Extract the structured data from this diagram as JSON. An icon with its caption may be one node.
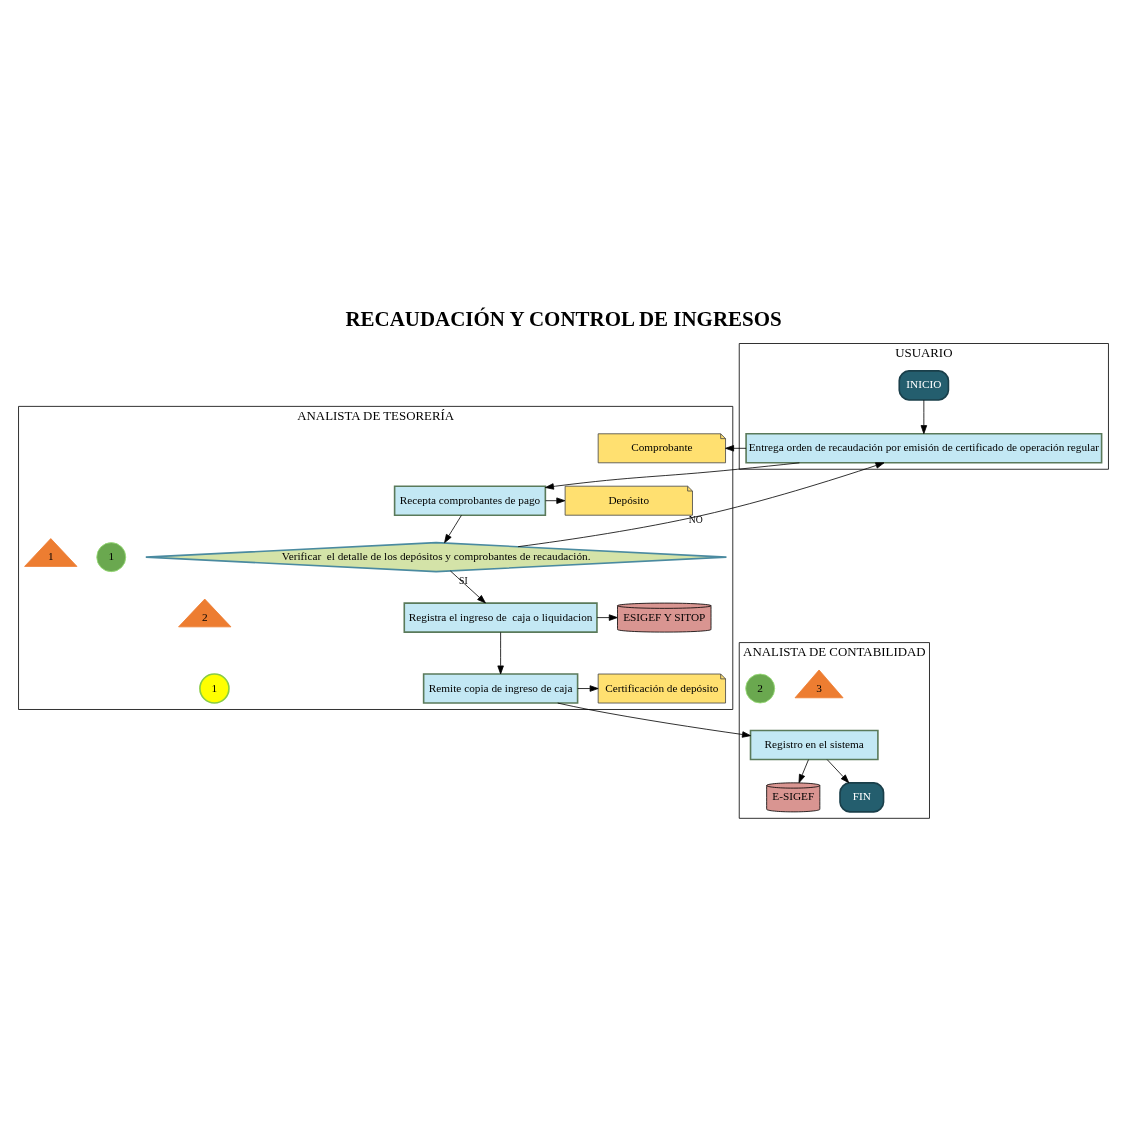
{
  "diagram": {
    "title": "RECAUDACIÓN Y CONTROL DE INGRESOS",
    "nodes": [
      {
        "text": [
          "USUARIO"
        ]
      },
      {
        "text": [
          "ANALISTA DE TESORERÍA"
        ]
      },
      {
        "text": [
          "ANALISTA DE CONTABILIDAD"
        ]
      },
      {
        "text": [
          "INICIO"
        ],
        "in": 0
      },
      {
        "text": [
          "Entrega orden de recaudación por emisión de certificado de operación regular"
        ],
        "in": 0
      },
      {
        "text": [
          "Comprobante"
        ],
        "in": 1
      },
      {
        "text": [
          "Recepta comprobantes de pago"
        ],
        "in": 1
      },
      {
        "text": [
          "Depósito"
        ],
        "in": 1
      },
      {
        "text": [
          "Verificar  el detalle de los depósitos y comprobantes de recaudación."
        ],
        "in": 1
      },
      {
        "text": [
          "1"
        ],
        "in": 1
      },
      {
        "text": [
          "1"
        ],
        "in": 1
      },
      {
        "text": [
          "2"
        ],
        "in": 1
      },
      {
        "text": [
          "Registra el ingreso de  caja o liquidacion"
        ],
        "in": 1
      },
      {
        "text": [
          "ESIGEF Y SITOP"
        ],
        "in": 1
      },
      {
        "text": [
          "1"
        ],
        "in": 1
      },
      {
        "text": [
          "Remite copia de ingreso de caja"
        ],
        "in": 1
      },
      {
        "text": [
          "Certificación de depósito"
        ],
        "in": 1
      },
      {
        "text": [
          "3"
        ],
        "in": 2
      },
      {
        "text": [
          "2"
        ],
        "in": 2
      },
      {
        "text": [
          "Registro en el sistema"
        ],
        "in": 2
      },
      {
        "text": [
          "E-SIGEF"
        ],
        "in": 2
      },
      {
        "text": [
          "FIN"
        ],
        "in": 2
      }
    ],
    "edges": [
      {
        "from": 3,
        "to": 4,
        "arrow": "to"
      },
      {
        "from": 4,
        "to": 5,
        "arrow": "to"
      },
      {
        "from": 4,
        "to": 6,
        "arrow": "to"
      },
      {
        "from": 6,
        "to": 7,
        "arrow": "to"
      },
      {
        "from": 6,
        "to": 8,
        "arrow": "to"
      },
      {
        "from": 8,
        "to": 4,
        "arrow": "to",
        "label": "NO"
      },
      {
        "from": 8,
        "to": 12,
        "arrow": "to",
        "label": "SI"
      },
      {
        "from": 12,
        "to": 13,
        "arrow": "to"
      },
      {
        "from": 12,
        "to": 15,
        "arrow": "to"
      },
      {
        "from": 15,
        "to": 16,
        "arrow": "to"
      },
      {
        "from": 15,
        "to": 19,
        "arrow": "to"
      },
      {
        "from": 19,
        "to": 20,
        "arrow": "to"
      },
      {
        "from": 19,
        "to": 21,
        "arrow": "to"
      }
    ]
  }
}
